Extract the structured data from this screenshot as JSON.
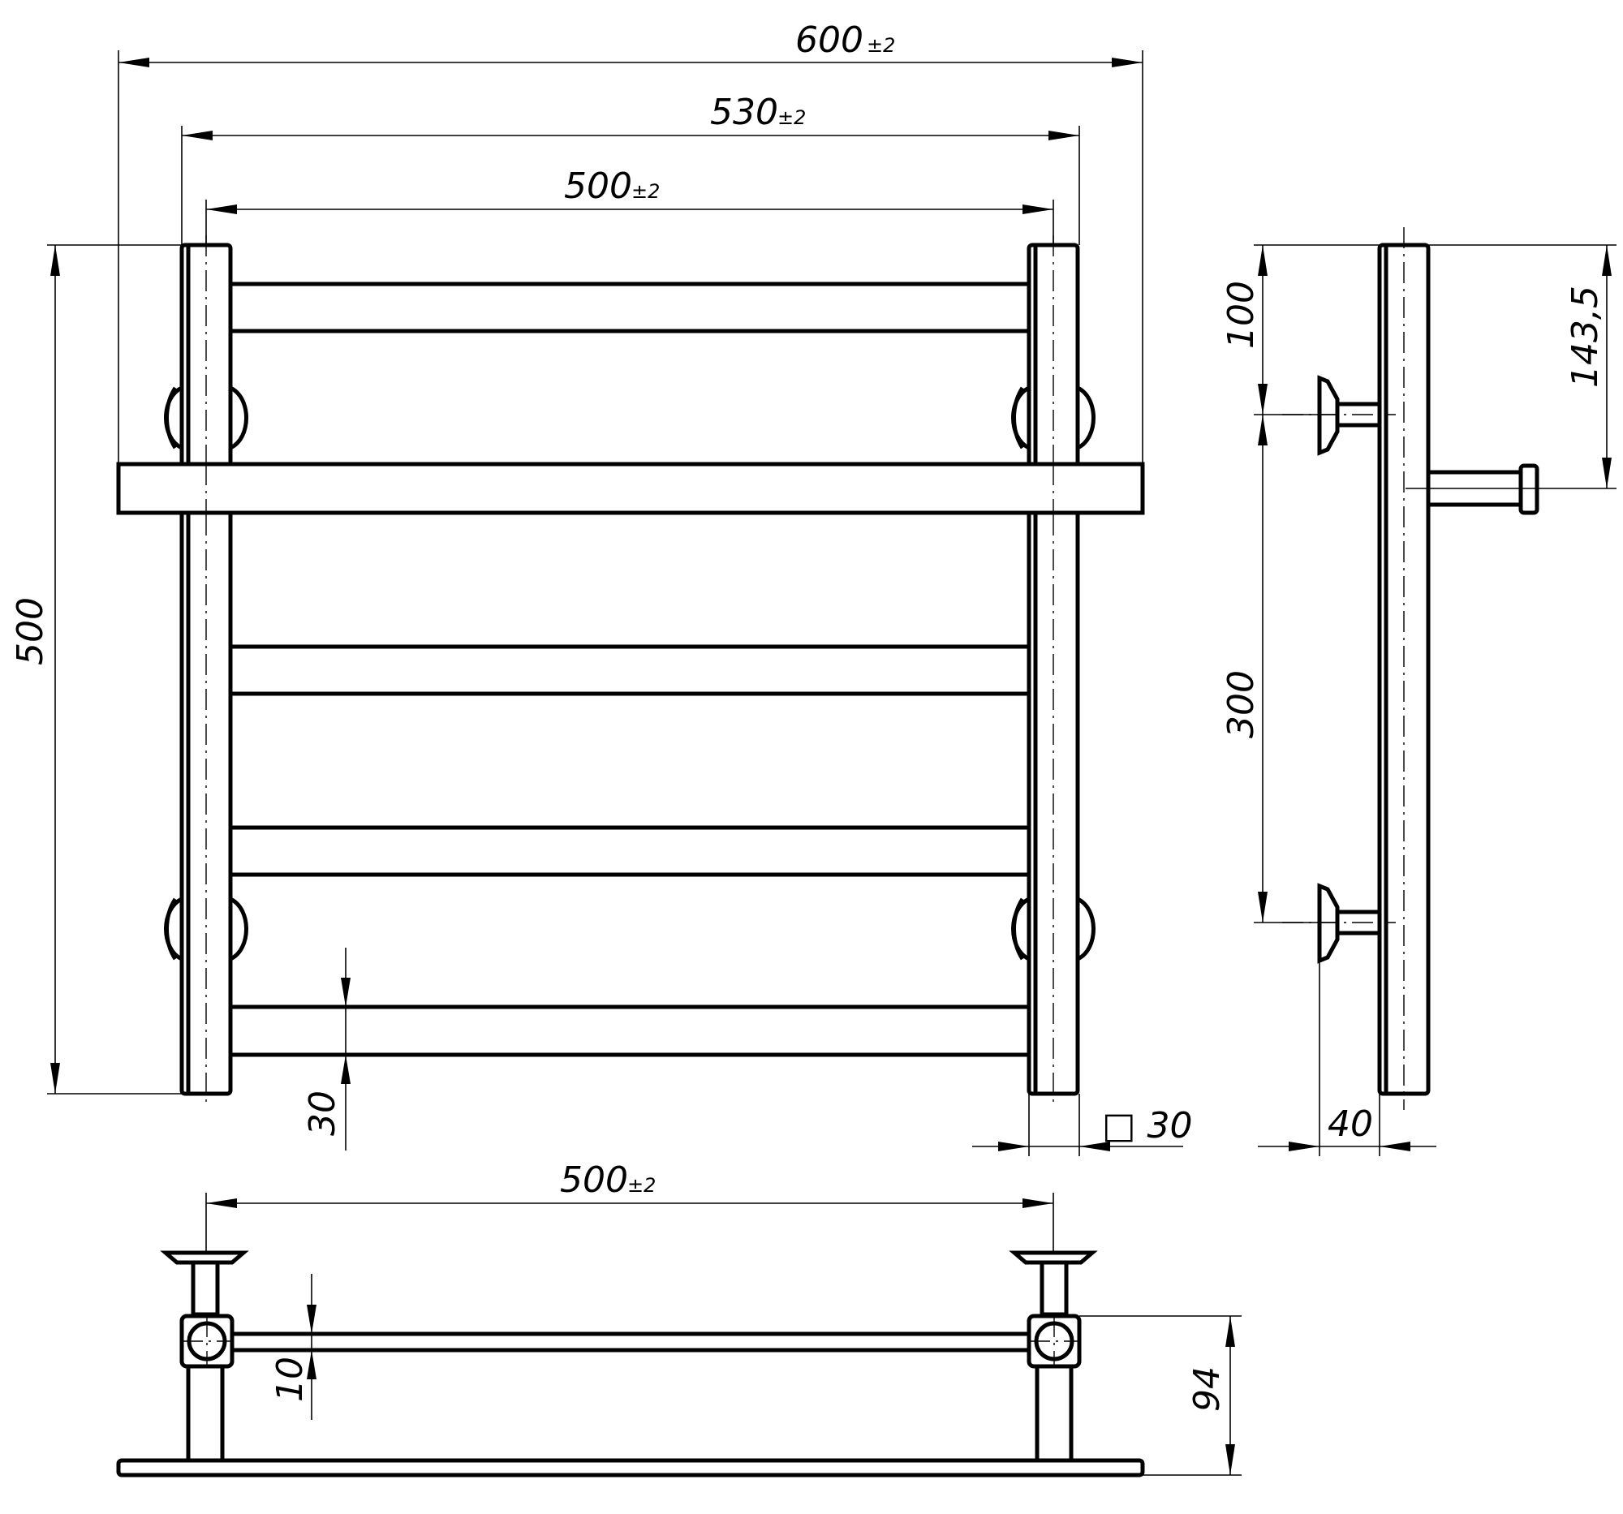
{
  "front_view": {
    "width_overall": {
      "value": "600",
      "tol": "±2"
    },
    "width_mid": {
      "value": "530",
      "tol": "±2"
    },
    "width_inner": {
      "value": "500",
      "tol": "±2"
    },
    "height": "500",
    "bar_gap": "30",
    "tube_section": "□ 30"
  },
  "side_view": {
    "top_to_mount": "100",
    "mount_spacing": "300",
    "shelf_drop": "143,5",
    "wall_offset": "40"
  },
  "top_view": {
    "width_inner": {
      "value": "500",
      "tol": "±2"
    },
    "bar_thickness": "10",
    "depth": "94"
  }
}
